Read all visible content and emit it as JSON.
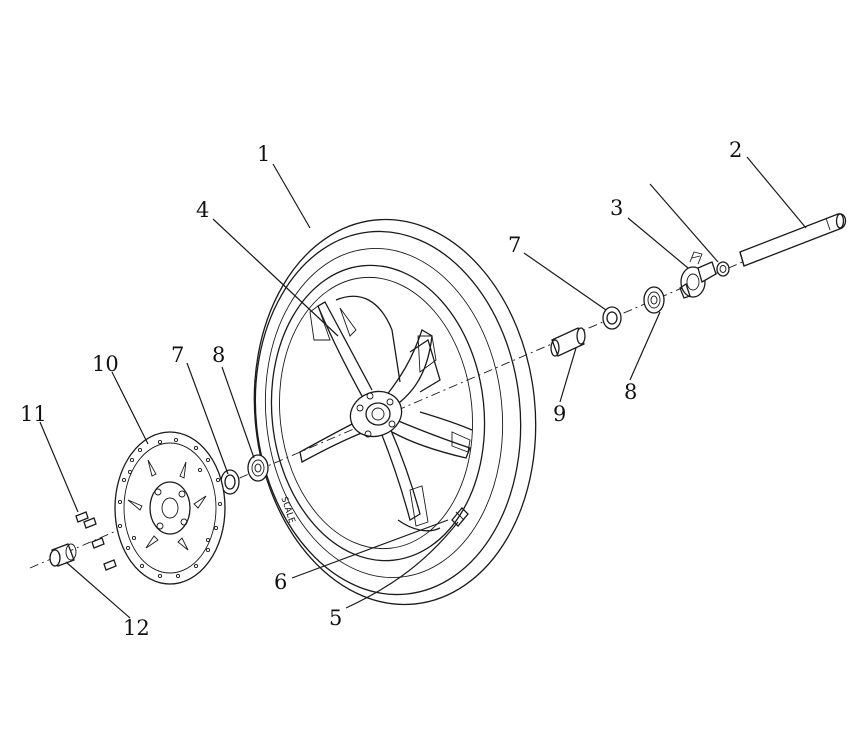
{
  "callouts": {
    "c1": "1",
    "c2": "2",
    "c3": "3",
    "c4": "4",
    "c5": "5",
    "c6": "6",
    "c7_left": "7",
    "c7_right": "7",
    "c8_left": "8",
    "c8_right": "8",
    "c9": "9",
    "c10": "10",
    "c11": "11",
    "c12": "12"
  },
  "tyre_marking": "SCALE"
}
